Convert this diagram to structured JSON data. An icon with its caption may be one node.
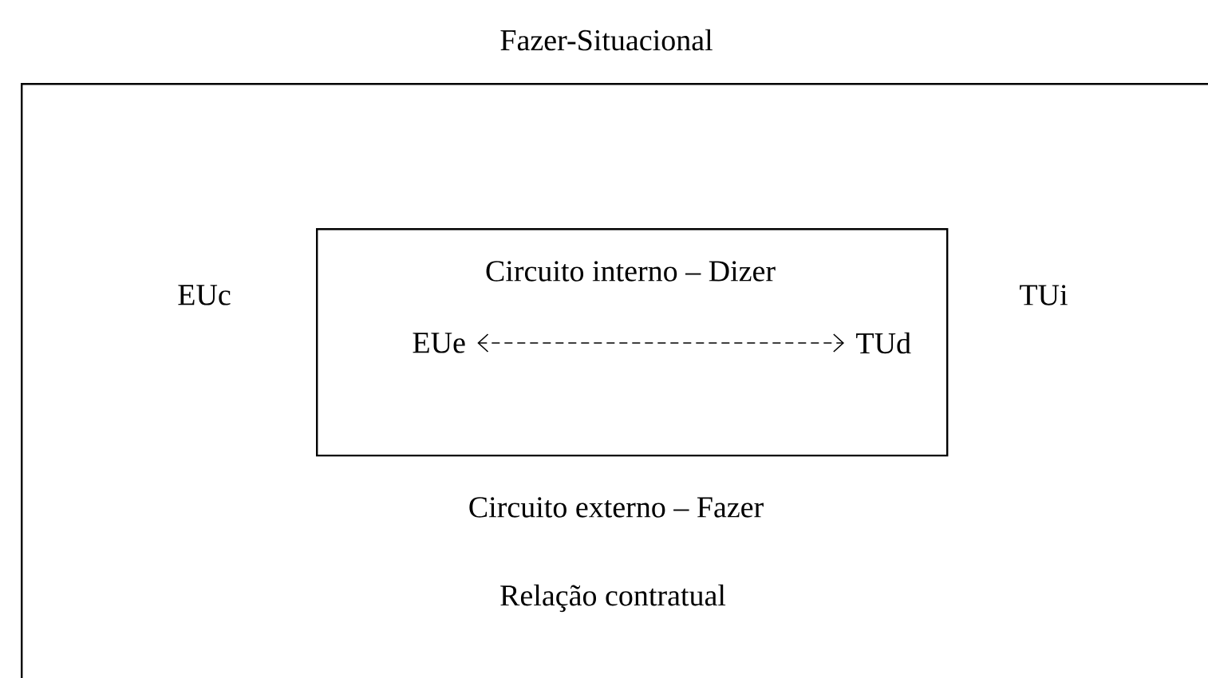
{
  "diagram": {
    "nodes": [
      {
        "text": [
          "Fazer-Situacional",
          "Circuito externo – Fazer",
          "Relação contratual"
        ]
      },
      {
        "text": [
          "Circuito interno – Dizer"
        ],
        "in": 0
      },
      {
        "text": [
          "EUe"
        ],
        "in": 1
      },
      {
        "text": [
          "TUd"
        ],
        "in": 1
      }
    ],
    "edges": [
      {
        "from": 2,
        "to": 3,
        "arrow": "both",
        "style": "dashed"
      }
    ],
    "labels": [
      "EUc",
      "TUi"
    ]
  }
}
